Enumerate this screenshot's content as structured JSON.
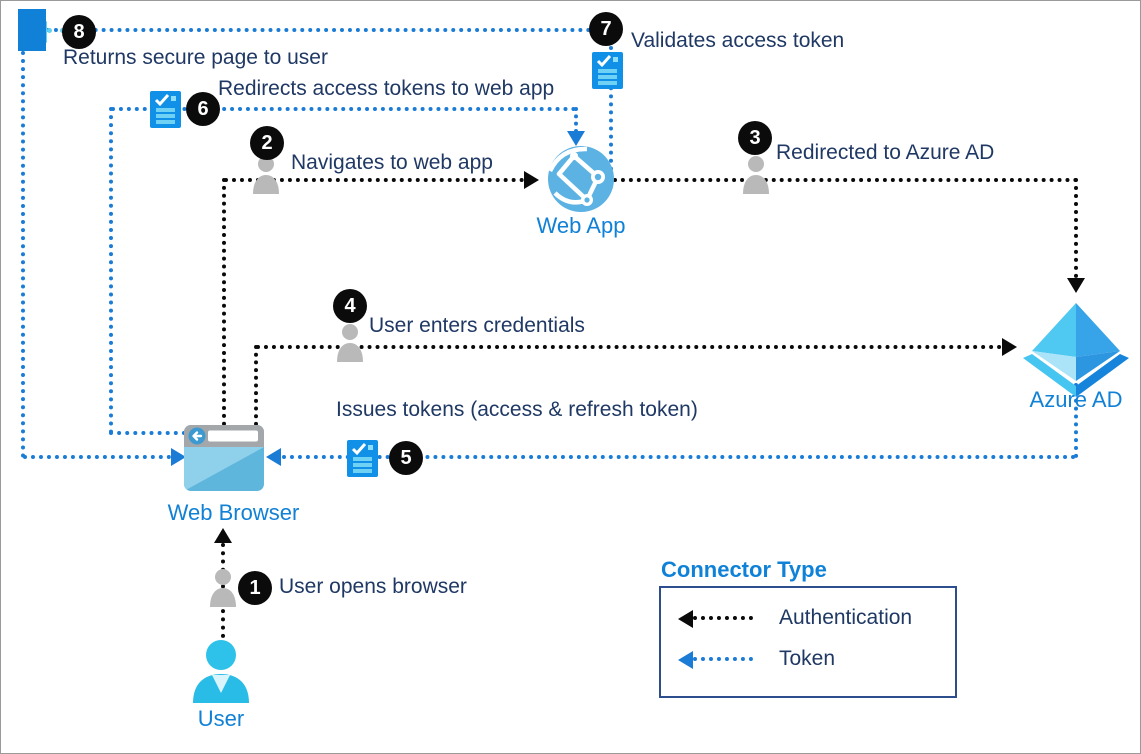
{
  "diagram": {
    "steps": [
      {
        "number": "1",
        "label": "User opens browser"
      },
      {
        "number": "2",
        "label": "Navigates to web app"
      },
      {
        "number": "3",
        "label": "Redirected to Azure AD"
      },
      {
        "number": "4",
        "label": "User enters credentials"
      },
      {
        "number": "5",
        "label": "Issues tokens (access & refresh token)"
      },
      {
        "number": "6",
        "label": "Redirects access tokens to web app"
      },
      {
        "number": "7",
        "label": "Validates access token"
      },
      {
        "number": "8",
        "label": "Returns secure page to user"
      }
    ],
    "nodes": {
      "user": {
        "label": "User"
      },
      "web_browser": {
        "label": "Web Browser"
      },
      "web_app": {
        "label": "Web App"
      },
      "azure_ad": {
        "label": "Azure AD"
      }
    },
    "legend": {
      "title": "Connector Type",
      "items": [
        {
          "label": "Authentication",
          "color": "#0a0a0a"
        },
        {
          "label": "Token",
          "color": "#1b7cd6"
        }
      ]
    },
    "icons": [
      "user-icon",
      "web-browser-icon",
      "web-app-globe-icon",
      "azure-ad-icon",
      "token-document-icon",
      "person-icon",
      "secure-page-icon"
    ],
    "colors": {
      "token_line": "#1b7cd6",
      "authentication_line": "#0a0a0a",
      "label_blue": "#1181d6",
      "text_navy": "#1f3864",
      "cyan_arrow": "#62d0f2",
      "token_icon_fill": "#1190e8"
    }
  }
}
